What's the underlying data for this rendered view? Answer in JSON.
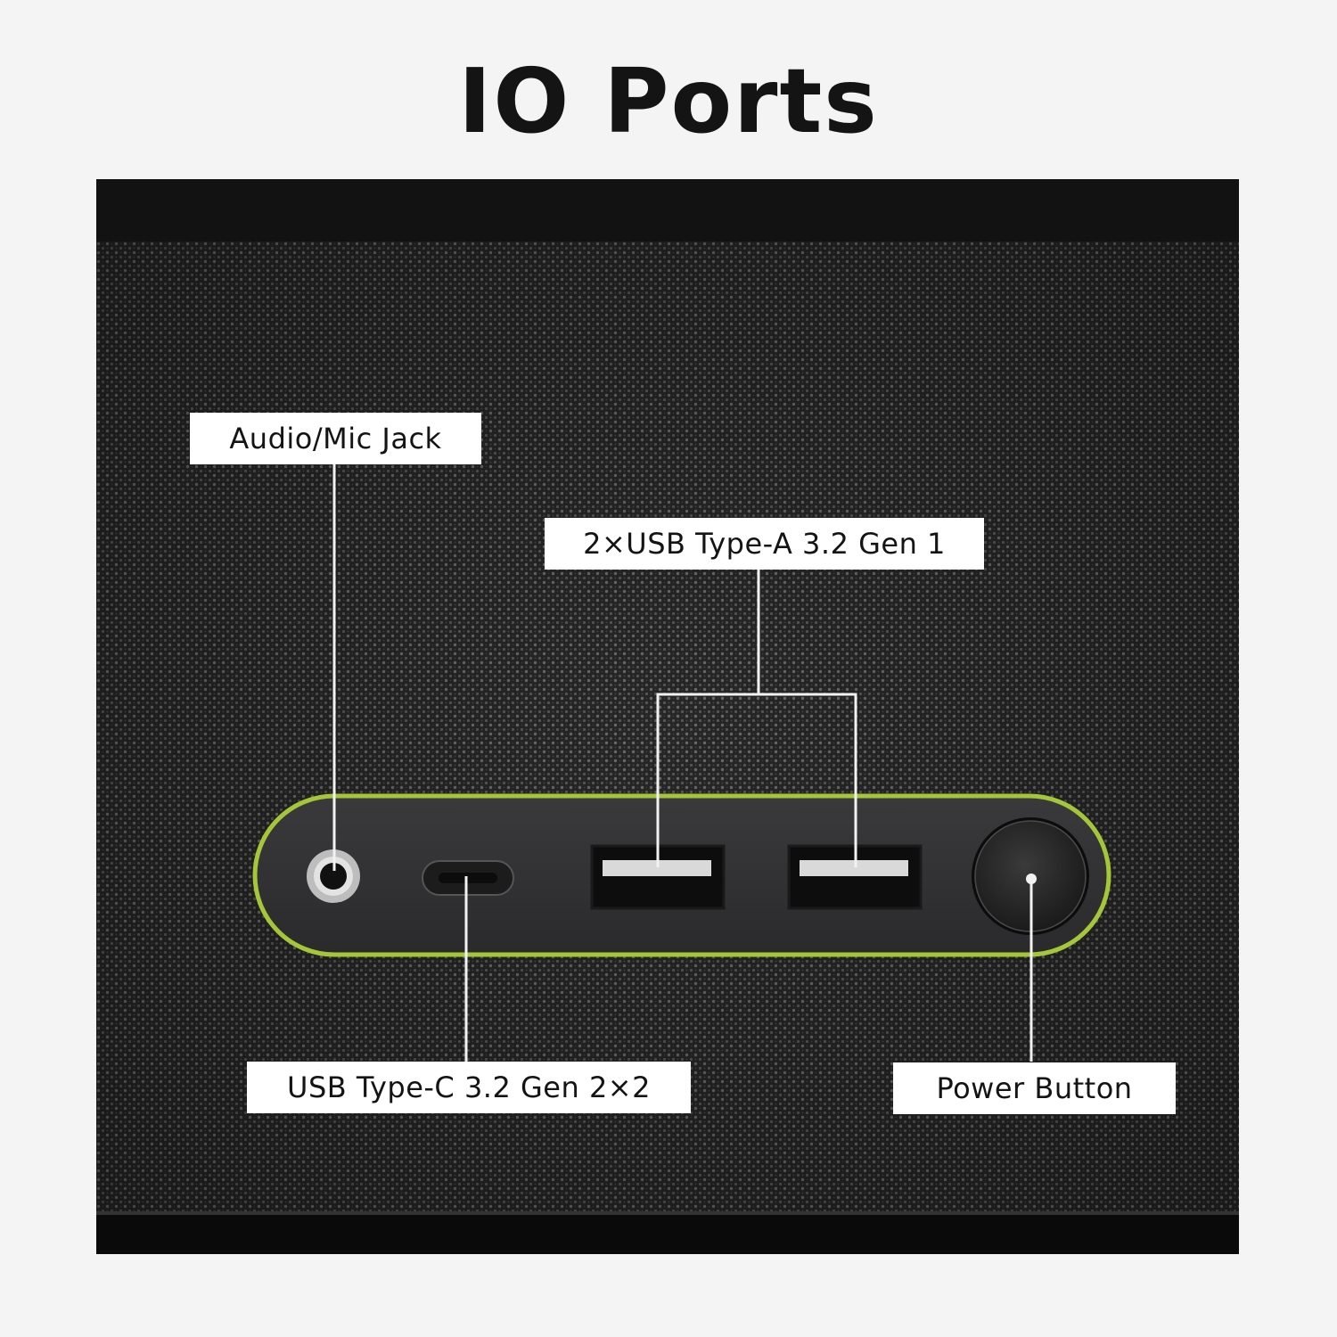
{
  "title": "IO Ports",
  "callouts": {
    "audio_jack": "Audio/Mic Jack",
    "usb_a": "2×USB Type-A 3.2 Gen 1",
    "usb_c": "USB Type-C 3.2 Gen 2×2",
    "power": "Power Button"
  },
  "colors": {
    "background": "#f4f4f4",
    "accent_outline": "#a4c639",
    "fabric": "#2b2b2b",
    "title_text": "#141414"
  }
}
